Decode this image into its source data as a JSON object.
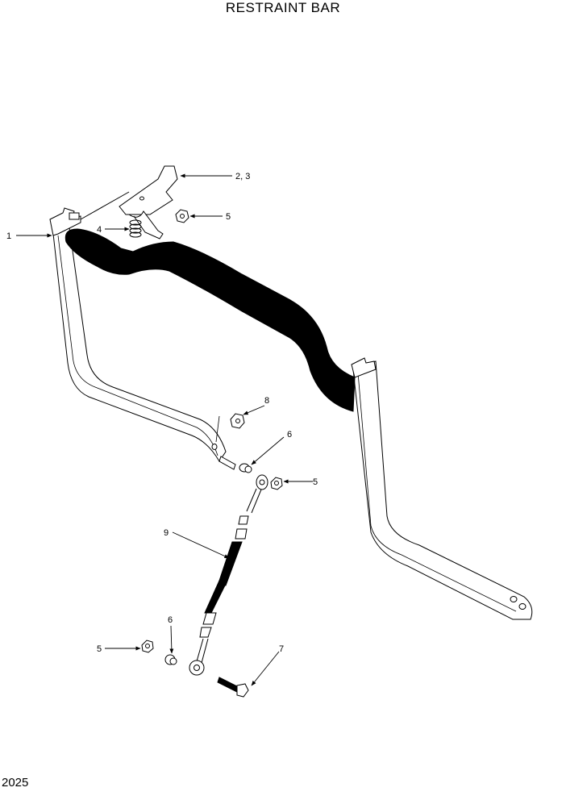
{
  "title": "RESTRAINT BAR",
  "page_number": "2025",
  "callouts": {
    "c1": "1",
    "c23": "2, 3",
    "c4": "4",
    "c5a": "5",
    "c5b": "5",
    "c5c": "5",
    "c6a": "6",
    "c6b": "6",
    "c7": "7",
    "c8": "8",
    "c9": "9"
  },
  "colors": {
    "ink": "#000000",
    "paper": "#ffffff"
  }
}
